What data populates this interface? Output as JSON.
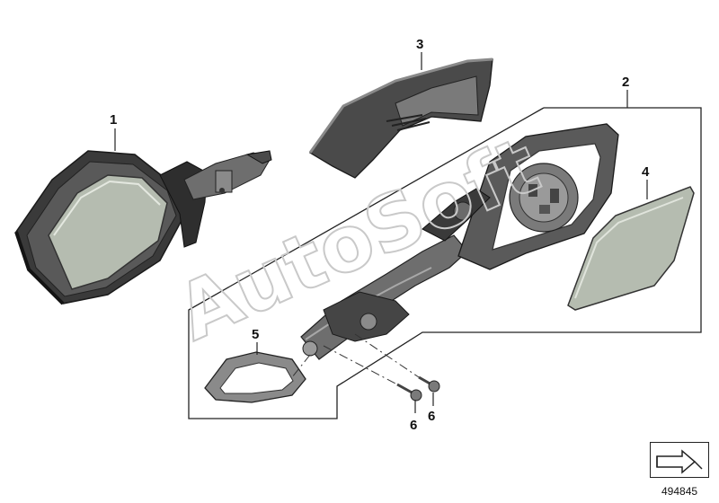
{
  "callouts": {
    "c1": "1",
    "c2": "2",
    "c3": "3",
    "c4": "4",
    "c5": "5",
    "c6a": "6",
    "c6b": "6"
  },
  "watermark": "AutoSoft",
  "catalog_number": "494845",
  "icons": {
    "nav": "arrow-forward-icon"
  },
  "colors": {
    "part_dark": "#3a3a3a",
    "part_mid": "#6e6e6e",
    "part_light": "#a8a8a8",
    "glass": "#b5bcb0",
    "line": "#222222"
  }
}
